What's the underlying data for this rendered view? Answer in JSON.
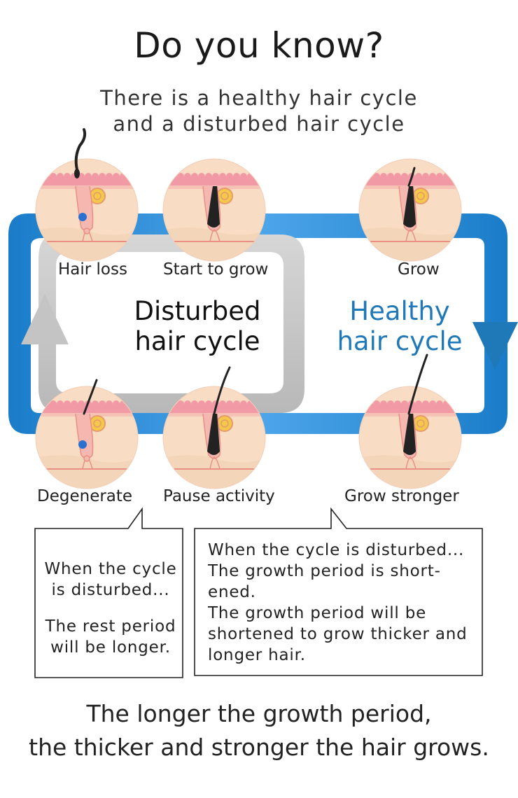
{
  "header": {
    "title": "Do you know?",
    "subtitle": "There is a healthy hair cycle\nand a disturbed hair cycle"
  },
  "stages": {
    "hair_loss": "Hair loss",
    "start_to_grow": "Start to grow",
    "grow": "Grow",
    "degenerate": "Degenerate",
    "pause_activity": "Pause activity",
    "grow_stronger": "Grow stronger"
  },
  "cycles": {
    "disturbed_line1": "Disturbed",
    "disturbed_line2": "hair cycle",
    "healthy_line1": "Healthy",
    "healthy_line2": "hair cycle"
  },
  "callouts": {
    "left_part1": "When the cycle\nis disturbed...",
    "left_part2": "The rest period\nwill be longer.",
    "right": "When the cycle is disturbed...\nThe growth period is short-\nened.\nThe growth period will be\nshortened to grow thicker and\nlonger hair."
  },
  "footer": {
    "conclusion": "The longer the growth period,\nthe thicker and stronger the hair grows."
  },
  "colors": {
    "healthy_blue": "#1f78b8",
    "cycle_blue": "#3f9be0",
    "disturbed_gray": "#c4c4c4",
    "skin": "#f9dcc4",
    "skin_top": "#f19aa6"
  }
}
